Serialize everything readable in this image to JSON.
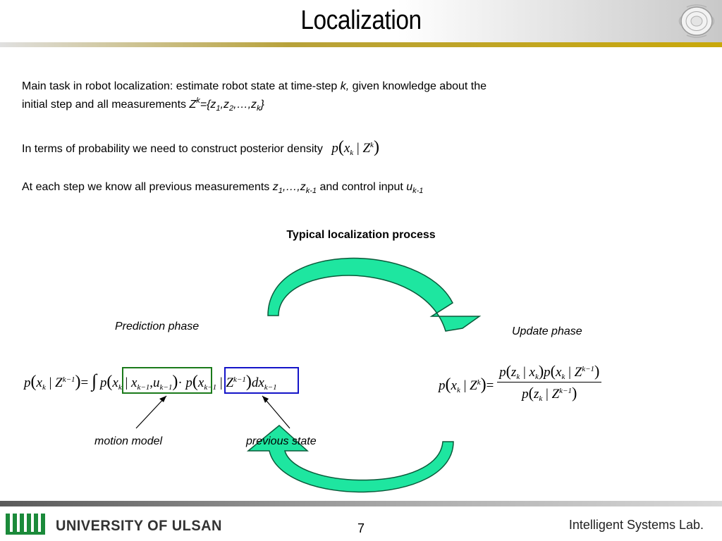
{
  "header": {
    "title": "Localization"
  },
  "body": {
    "p1_line1_a": "Main task in robot localization: estimate robot state at time-step ",
    "p1_line1_k": "k,",
    "p1_line1_b": " given knowledge about the",
    "p1_line2_a": "initial step and all measurements ",
    "p1_set_Z": "Z",
    "p1_set_sup": "k",
    "p1_set_rest1": "={z",
    "p1_set_sub1": "1",
    "p1_set_rest2": ",z",
    "p1_set_sub2": "2",
    "p1_set_rest3": ",…,z",
    "p1_set_subk": "k",
    "p1_set_close": "}",
    "p2_text": "In terms of probability we need to construct posterior density",
    "p3_a": "At each step we know all previous measurements ",
    "p3_z": "z",
    "p3_sub1": "1",
    "p3_mid": ",…,z",
    "p3_subk1": "k-1",
    "p3_b": " and control input ",
    "p3_u": "u",
    "p3_subu": "k-1"
  },
  "section_title": "Typical localization process",
  "labels": {
    "prediction": "Prediction phase",
    "update": "Update phase",
    "motion": "motion model",
    "previous": "previous state"
  },
  "footer": {
    "university": "UNIVERSITY OF ULSAN",
    "page_number": "7",
    "lab": "Intelligent Systems Lab."
  },
  "colors": {
    "arrow_fill": "#1ee6a0",
    "arrow_stroke": "#0a5a3a",
    "motion_box": "#1a7a1a",
    "prev_box": "#1414c8",
    "header_accent": "#c9a80a"
  }
}
